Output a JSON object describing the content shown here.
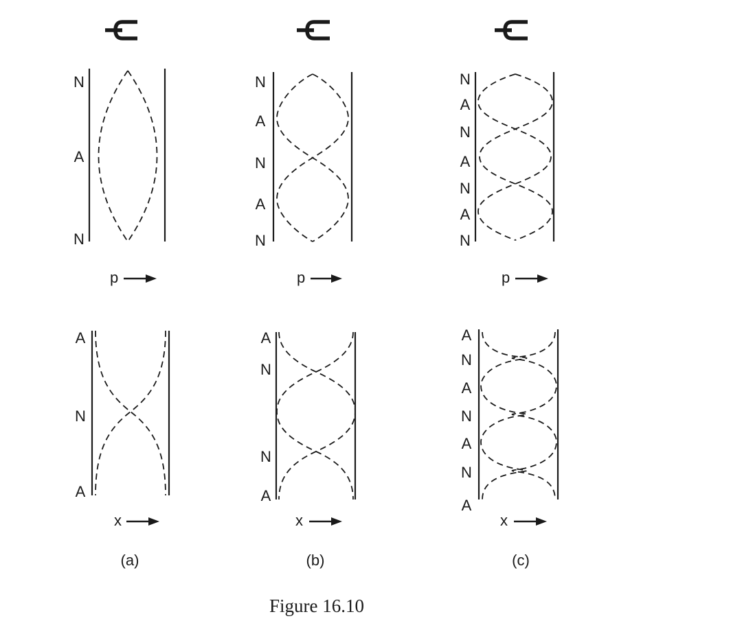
{
  "panels": [
    {
      "caption": "(a)",
      "pressure_axis": "p",
      "displacement_axis": "x",
      "pressure_labels": [
        "N",
        "A",
        "N"
      ],
      "displacement_labels": [
        "A",
        "N",
        "A"
      ]
    },
    {
      "caption": "(b)",
      "pressure_axis": "p",
      "displacement_axis": "x",
      "pressure_labels": [
        "N",
        "A",
        "N",
        "A",
        "N"
      ],
      "displacement_labels": [
        "A",
        "N",
        "N",
        "A"
      ]
    },
    {
      "caption": "(c)",
      "pressure_axis": "p",
      "displacement_axis": "x",
      "pressure_labels": [
        "N",
        "A",
        "N",
        "A",
        "N",
        "A",
        "N"
      ],
      "displacement_labels": [
        "A",
        "N",
        "A",
        "N",
        "A",
        "N",
        "A"
      ]
    }
  ],
  "figure_title": "Figure 16.10"
}
